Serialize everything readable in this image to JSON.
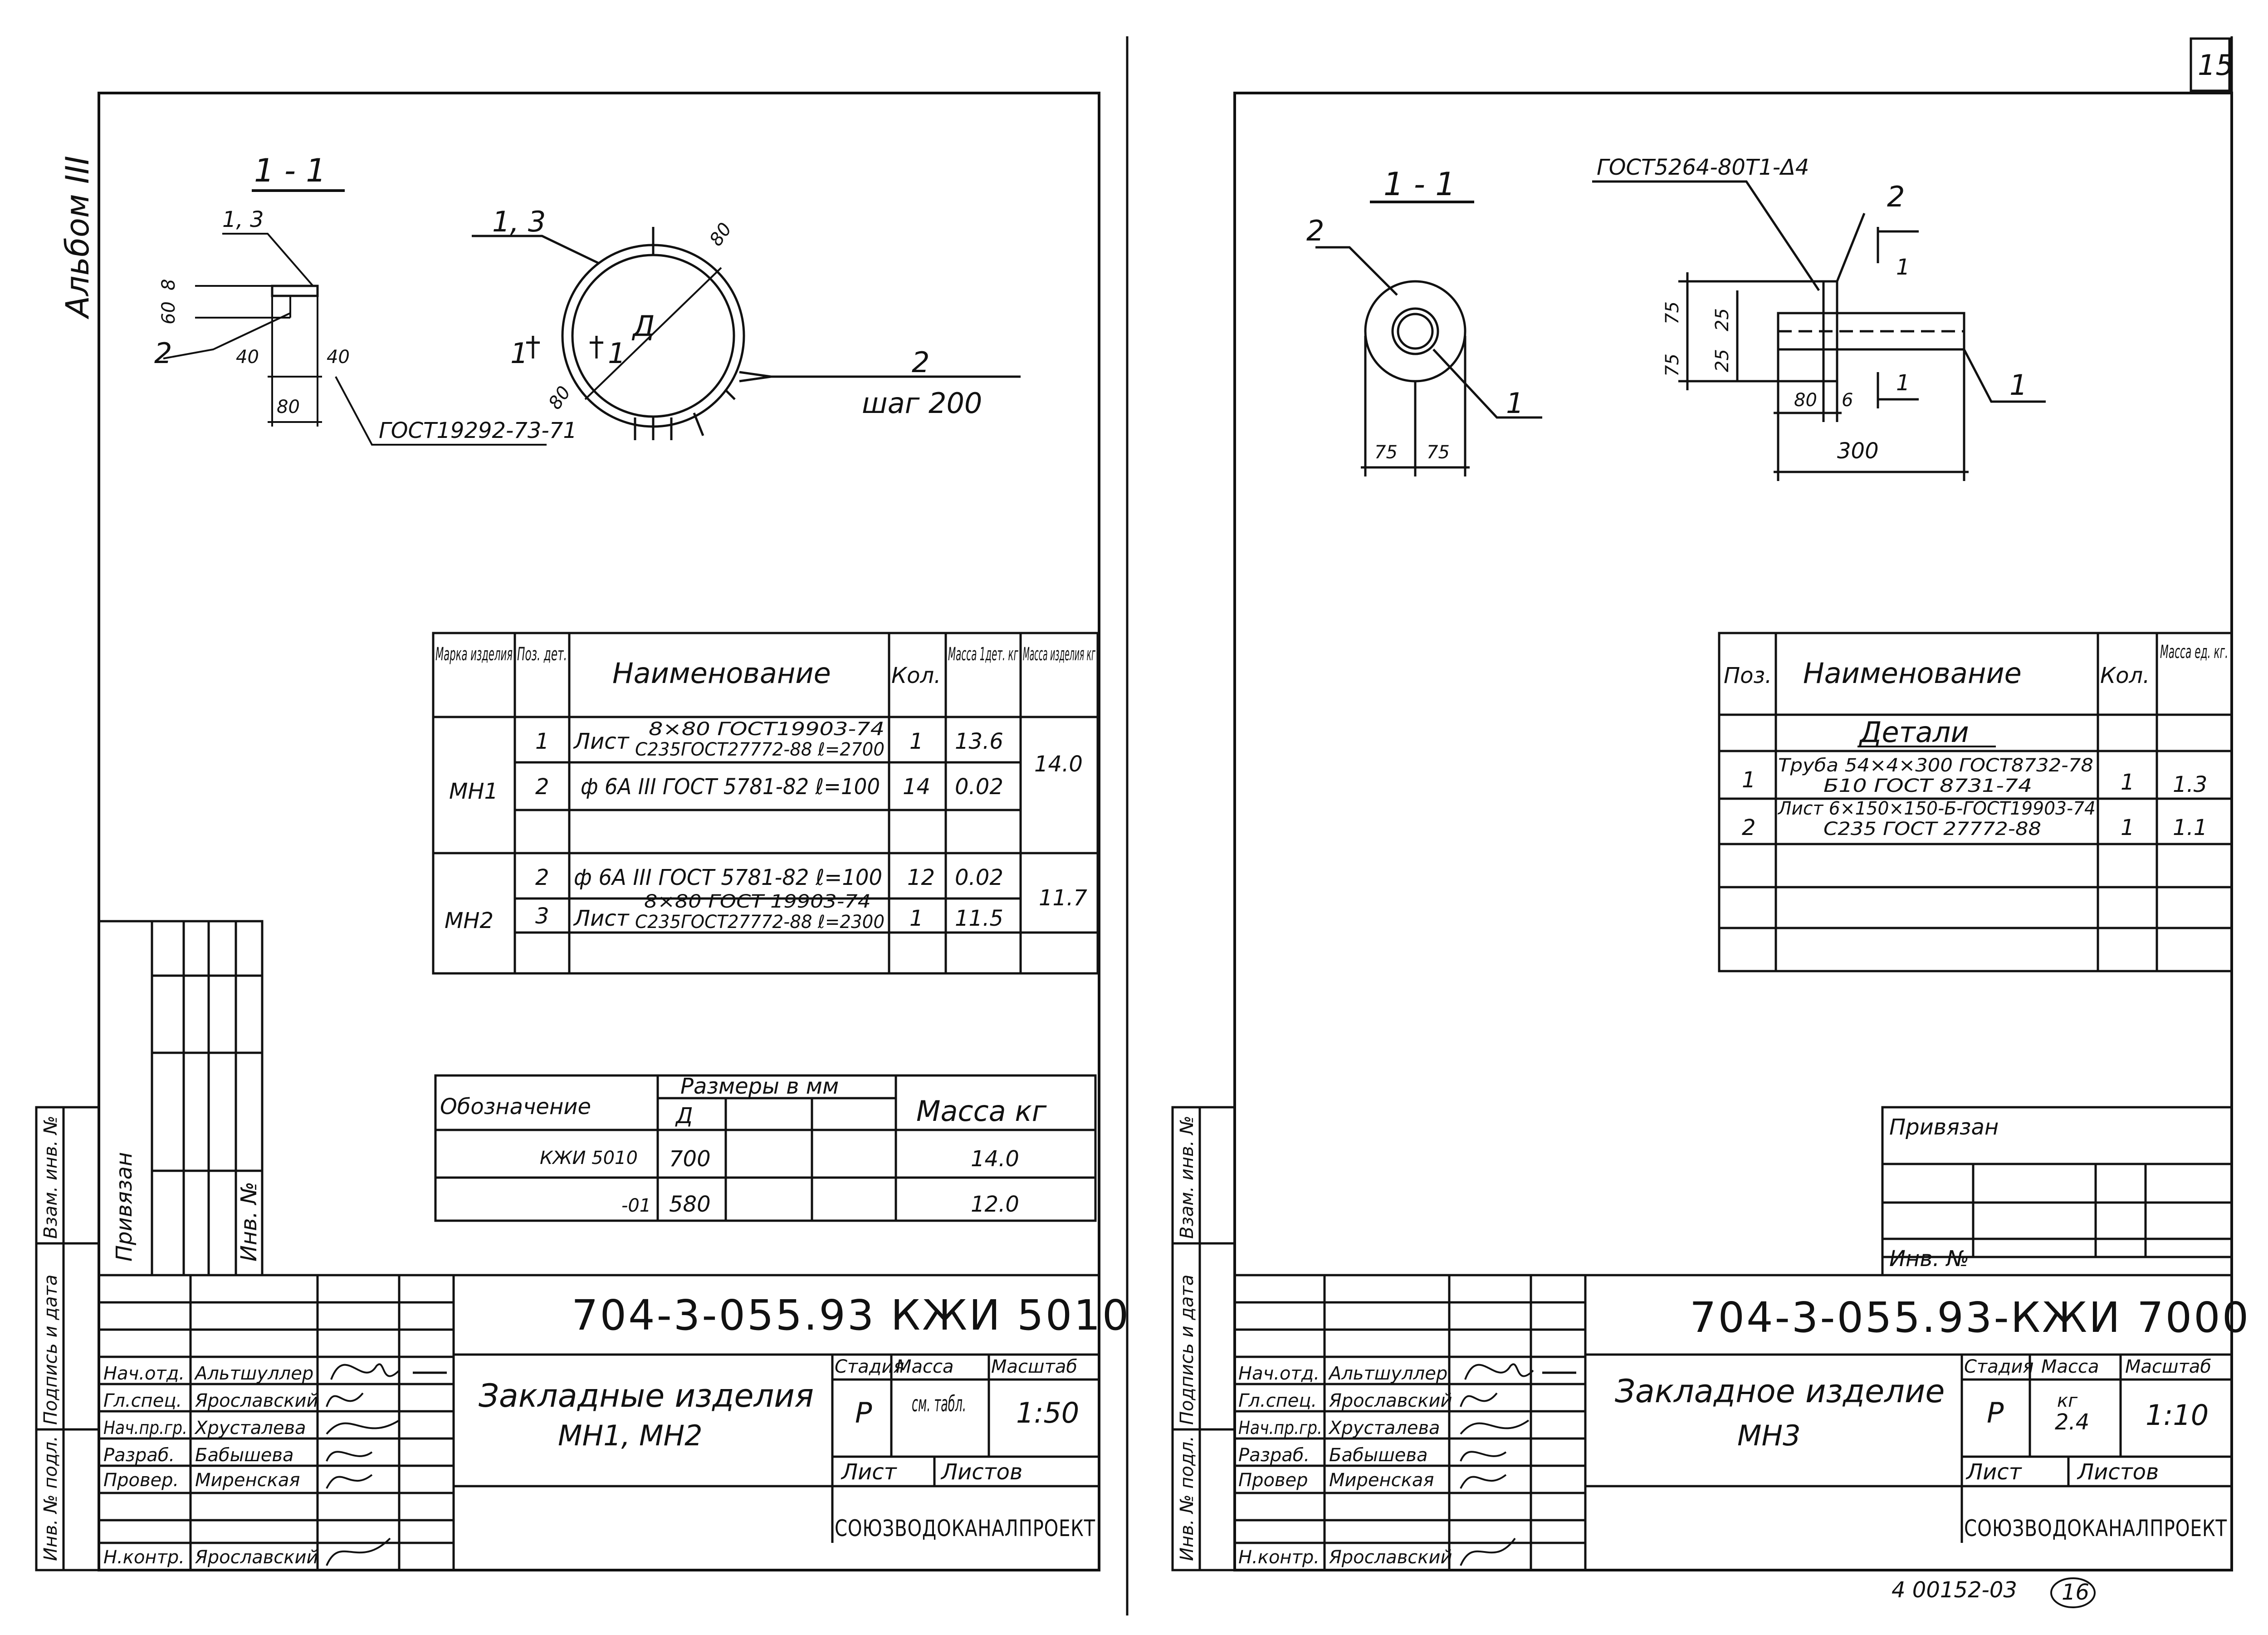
{
  "page_number": "15",
  "left_sheet": {
    "album": "Альбом III",
    "section": {
      "label": "1 - 1",
      "plate_callout": "1, 3",
      "dim_60": "60",
      "dim_8": "8",
      "pos_2": "2",
      "dim_40a": "40",
      "dim_40b": "40",
      "dim_80": "80",
      "standard_ref": "ГОСТ19292-73-71"
    },
    "ring": {
      "callout_13": "1, 3",
      "diameter_label": "Д",
      "dim_80_top": "80",
      "dim_80_bottom": "80",
      "cut_left": "1",
      "cut_right": "1",
      "pos_2": "2",
      "step": "шаг 200"
    },
    "spec_table": {
      "headers": [
        "Марка изделия",
        "Поз. дет.",
        "Наименование",
        "Кол.",
        "Масса 1дет. кг",
        "Масса изделия кг"
      ],
      "rows": [
        {
          "mark": "МН1",
          "pos": "1",
          "name": "Лист",
          "name_top": "8×80 ГОСТ19903-74",
          "name_bottom": "С235ГОСТ27772-88 ℓ=2700",
          "qty": "1",
          "mass1": "13.6",
          "mass_total": "14.0"
        },
        {
          "mark": "",
          "pos": "2",
          "name": "ф 6А III ГОСТ 5781-82 ℓ=100",
          "qty": "14",
          "mass1": "0.02",
          "mass_total": ""
        },
        {
          "mark": "МН2",
          "pos": "2",
          "name": "ф 6А III ГОСТ 5781-82 ℓ=100",
          "qty": "12",
          "mass1": "0.02",
          "mass_total": "11.7"
        },
        {
          "mark": "",
          "pos": "3",
          "name": "Лист",
          "name_top": "8×80 ГОСТ 19903-74",
          "name_bottom": "С235ГОСТ27772-88 ℓ=2300",
          "qty": "1",
          "mass1": "11.5",
          "mass_total": ""
        }
      ]
    },
    "size_table": {
      "col_designation": "Обозначение",
      "col_sizes": "Размеры в мм",
      "col_d": "Д",
      "col_mass": "Масса кг",
      "rows": [
        {
          "designation": "КЖИ 5010",
          "d": "700",
          "mass": "14.0"
        },
        {
          "designation": "-01",
          "d": "580",
          "mass": "12.0"
        }
      ]
    },
    "side_stamp": {
      "privyazan": "Привязан",
      "inv_no": "Инв. №",
      "vzam": "Взам. инв. №",
      "podpis": "Подпись и дата",
      "inv_podl": "Инв. № подл."
    },
    "title_block": {
      "code": "704-3-055.93 КЖИ 5010",
      "title_line1": "Закладные изделия",
      "title_line2": "МН1, МН2",
      "stage_label": "Стадия",
      "mass_label": "Масса",
      "scale_label": "Масштаб",
      "stage": "Р",
      "mass": "см. табл.",
      "scale": "1:50",
      "sheet_label": "Лист",
      "sheets_label": "Листов",
      "org": "СОЮЗВОДОКАНАЛПРОЕКТ",
      "staff": [
        {
          "role": "Нач.отд.",
          "name": "Альтшуллер"
        },
        {
          "role": "Гл.спец.",
          "name": "Ярославский"
        },
        {
          "role": "Нач.пр.гр.",
          "name": "Хрусталева"
        },
        {
          "role": "Разраб.",
          "name": "Бабышева"
        },
        {
          "role": "Провер.",
          "name": "Миренская"
        },
        {
          "role": "",
          "name": ""
        },
        {
          "role": "Н.контр.",
          "name": "Ярославский"
        }
      ]
    }
  },
  "right_sheet": {
    "section": {
      "label": "1 - 1",
      "standard_ref": "ГОСТ5264-80Т1-Δ4",
      "pos_2_left": "2",
      "pos_2_right": "2",
      "pos_1_left": "1",
      "pos_1_right": "1",
      "cut_top": "1",
      "cut_bottom": "1",
      "dim_75a": "75",
      "dim_75b": "75",
      "dim_75v1": "75",
      "dim_75v2": "75",
      "dim_25a": "25",
      "dim_25b": "25",
      "dim_80": "80",
      "dim_6": "6",
      "dim_300": "300"
    },
    "spec_table": {
      "headers": [
        "Поз.",
        "Наименование",
        "Кол.",
        "Масса ед. кг."
      ],
      "group": "Детали",
      "rows": [
        {
          "pos": "1",
          "name_top": "Труба 54×4×300 ГОСТ8732-78",
          "name_bottom": "Б10 ГОСТ 8731-74",
          "qty": "1",
          "mass": "1.3"
        },
        {
          "pos": "2",
          "name_top": "Лист 6×150×150-Б-ГОСТ19903-74",
          "name_bottom": "С235 ГОСТ 27772-88",
          "qty": "1",
          "mass": "1.1"
        }
      ]
    },
    "privyazan_block": {
      "title": "Привязан",
      "inv_no": "Инв. №"
    },
    "side_stamp": {
      "vzam": "Взам. инв. №",
      "podpis": "Подпись и дата",
      "inv_podl": "Инв. № подл."
    },
    "title_block": {
      "code": "704-3-055.93-КЖИ 7000",
      "title_line1": "Закладное изделие",
      "title_line2": "МН3",
      "stage_label": "Стадия",
      "mass_label": "Масса",
      "scale_label": "Масштаб",
      "stage": "Р",
      "mass_unit": "кг",
      "mass": "2.4",
      "scale": "1:10",
      "sheet_label": "Лист",
      "sheets_label": "Листов",
      "org": "СОЮЗВОДОКАНАЛПРОЕКТ",
      "staff": [
        {
          "role": "Нач.отд.",
          "name": "Альтшуллер"
        },
        {
          "role": "Гл.спец.",
          "name": "Ярославский"
        },
        {
          "role": "Нач.пр.гр.",
          "name": "Хрусталева"
        },
        {
          "role": "Разраб.",
          "name": "Бабышева"
        },
        {
          "role": "Провер",
          "name": "Миренская"
        },
        {
          "role": "",
          "name": ""
        },
        {
          "role": "Н.контр.",
          "name": "Ярославский"
        }
      ]
    },
    "footer_code": "4 00152-03",
    "footer_page": "16"
  }
}
